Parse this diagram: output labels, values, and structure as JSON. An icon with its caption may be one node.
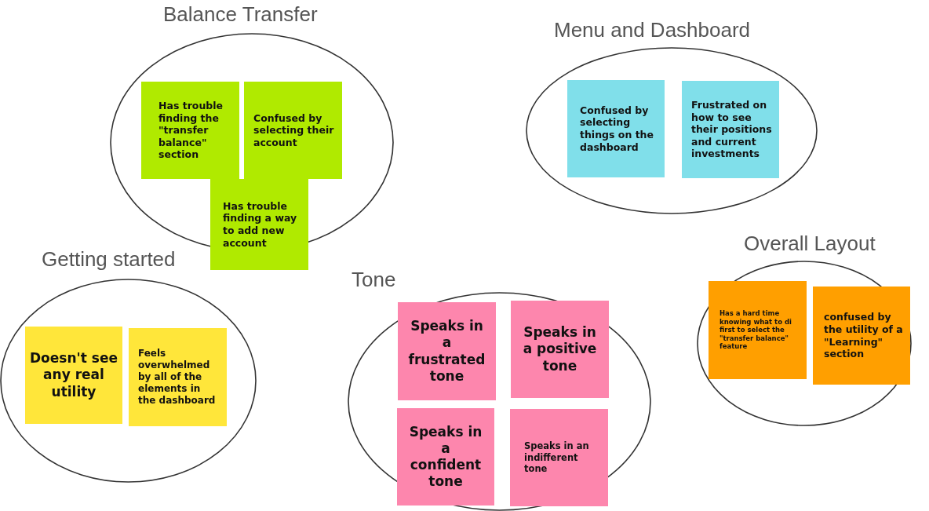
{
  "diagram": {
    "nodes": [
      {
        "text": [
          "Balance Transfer"
        ]
      },
      {
        "text": [
          "Has trouble finding the \"transfer balance\" section"
        ],
        "in": 0
      },
      {
        "text": [
          "Confused by selecting their account"
        ],
        "in": 0
      },
      {
        "text": [
          "Has trouble finding a way to add new account"
        ]
      },
      {
        "text": [
          "Menu and Dashboard"
        ]
      },
      {
        "text": [
          "Confused by selecting things on the dashboard"
        ],
        "in": 4
      },
      {
        "text": [
          "Frustrated on how to see their positions and current investments"
        ],
        "in": 4
      },
      {
        "text": [
          "Getting started"
        ]
      },
      {
        "text": [
          "Doesn't see any real utility"
        ],
        "in": 7
      },
      {
        "text": [
          "Feels overwhelmed by all of the elements in the dashboard"
        ],
        "in": 7
      },
      {
        "text": [
          "Tone"
        ]
      },
      {
        "text": [
          "Speaks in a frustrated tone"
        ],
        "in": 10
      },
      {
        "text": [
          "Speaks in a positive tone"
        ],
        "in": 10
      },
      {
        "text": [
          "Speaks in a confident tone"
        ],
        "in": 10
      },
      {
        "text": [
          "Speaks in an indifferent tone"
        ],
        "in": 10
      },
      {
        "text": [
          "Overall Layout"
        ]
      },
      {
        "text": [
          "Has a hard time knowing what to di first to select the \"transfer balance\" feature"
        ],
        "in": 15
      },
      {
        "text": [
          "confused by the utility of a \"Learning\" section"
        ],
        "in": 15
      }
    ],
    "edges": []
  }
}
